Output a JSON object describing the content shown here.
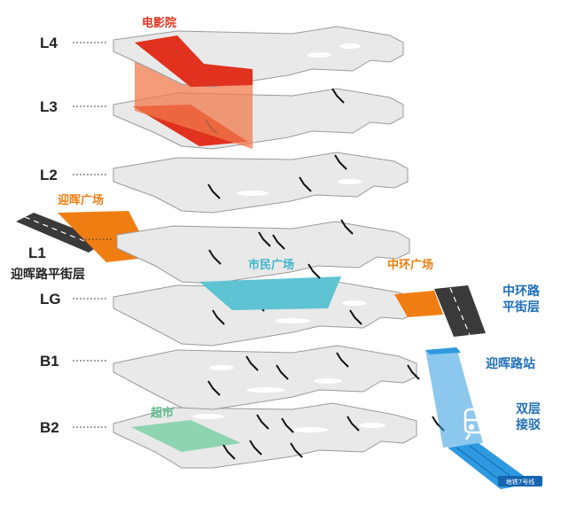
{
  "floors": {
    "L4": "L4",
    "L3": "L3",
    "L2": "L2",
    "L1": "L1",
    "LG": "LG",
    "B1": "B1",
    "B2": "B2"
  },
  "l1_caption": "迎晖路平街层",
  "zones": {
    "cinema": "电影院",
    "yinghui_plaza": "迎晖广场",
    "civic_plaza": "市民广场",
    "zhonghuan_plaza": "中环广场",
    "supermarket": "超市"
  },
  "side_labels": {
    "zhonghuan_road_line1": "中环路",
    "zhonghuan_road_line2": "平街层",
    "yinghui_station": "迎晖路站",
    "double_transfer_line1": "双层",
    "double_transfer_line2": "接驳"
  },
  "metro_tag": "地铁7号线",
  "colors": {
    "floor_fill": "#e9e9e9",
    "floor_edge": "#9a9a9a",
    "cinema": "#e0321f",
    "cinema_volume": "#f07a4c",
    "orange": "#f07d12",
    "civic": "#5ec3d3",
    "supermarket": "#8fd4b0",
    "metro_blue": "#2d9ae0",
    "metro_dark": "#1565b0",
    "road": "#3a3a3a",
    "label_text": "#222222",
    "station_text": "#1f6fb8"
  }
}
